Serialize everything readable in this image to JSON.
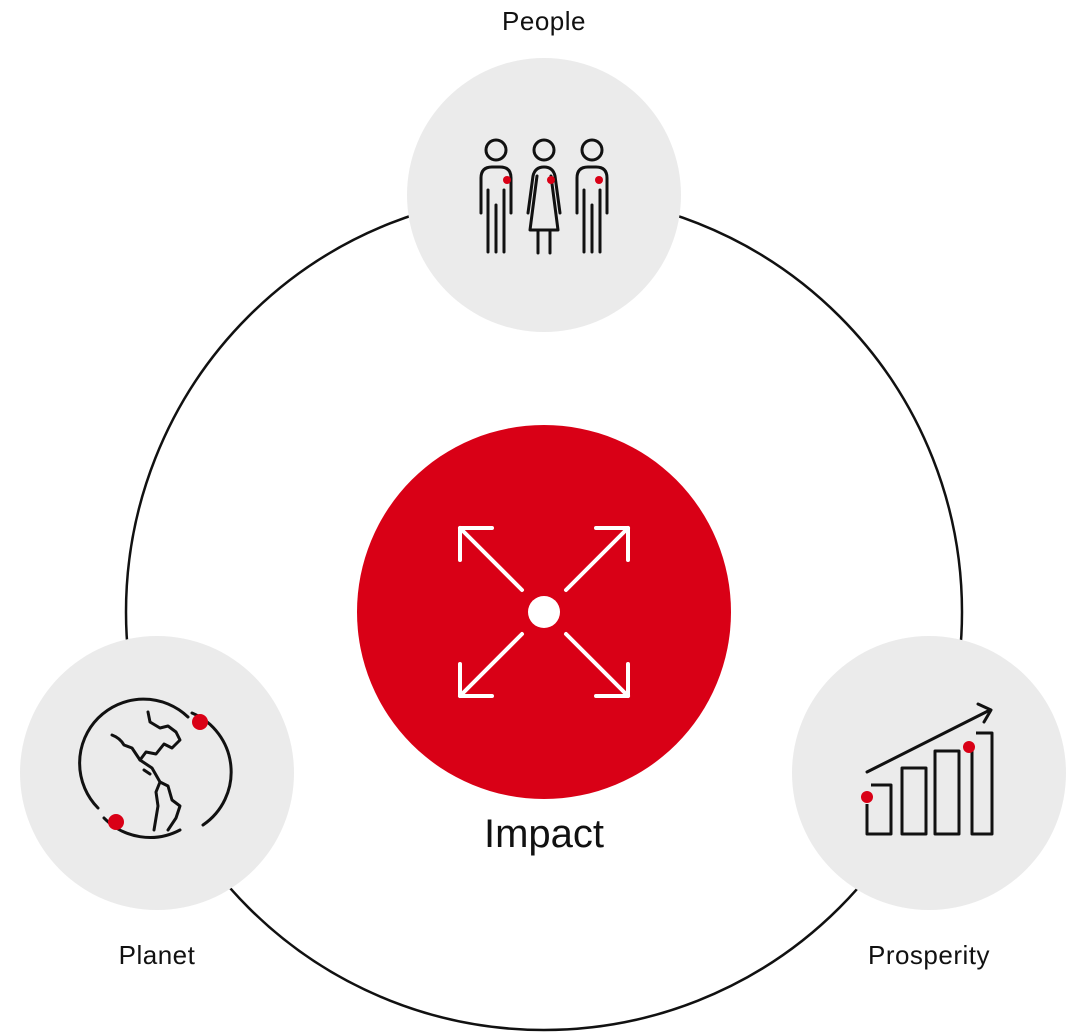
{
  "colors": {
    "accent": "#d90016",
    "node_fill": "#ebebeb",
    "stroke": "#111111",
    "background": "#ffffff"
  },
  "center": {
    "label": "Impact",
    "icon": "expand-arrows-icon"
  },
  "nodes": [
    {
      "id": "people",
      "label": "People",
      "icon": "people-icon"
    },
    {
      "id": "planet",
      "label": "Planet",
      "icon": "globe-icon"
    },
    {
      "id": "prosperity",
      "label": "Prosperity",
      "icon": "growth-chart-icon"
    }
  ]
}
